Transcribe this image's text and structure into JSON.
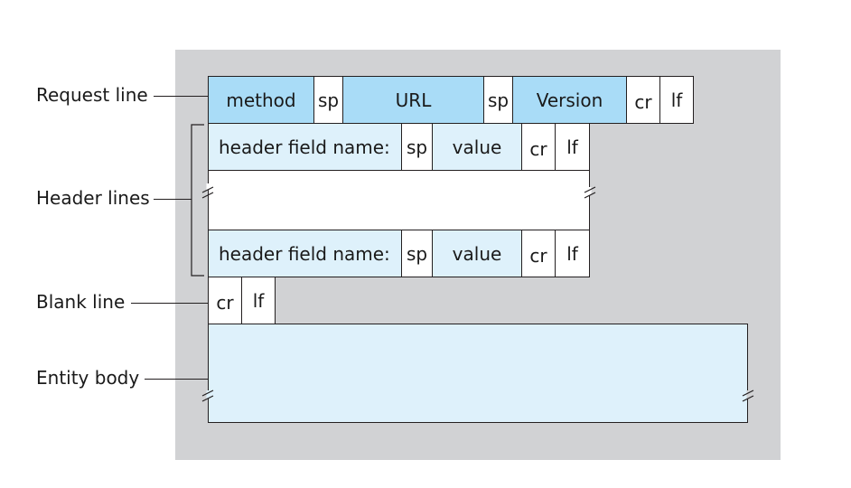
{
  "labels": {
    "request_line": "Request line",
    "header_lines": "Header lines",
    "blank_line": "Blank line",
    "entity_body": "Entity body"
  },
  "request_line": {
    "method": "method",
    "sp1": "sp",
    "url": "URL",
    "sp2": "sp",
    "version": "Version",
    "cr": "cr",
    "lf": "lf"
  },
  "header_line": {
    "field_name": "header field name:",
    "sp": "sp",
    "value": "value",
    "cr": "cr",
    "lf": "lf"
  },
  "blank_line": {
    "cr": "cr",
    "lf": "lf"
  },
  "colors": {
    "panel": "#d1d2d4",
    "request_fill": "#a9dcf7",
    "header_fill": "#def1fb",
    "border": "#231f20"
  }
}
